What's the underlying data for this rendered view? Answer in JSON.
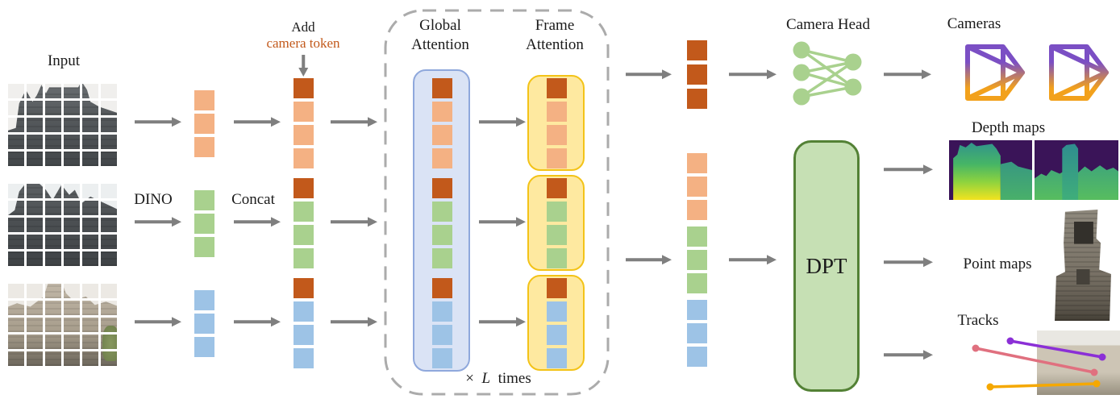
{
  "labels": {
    "input": "Input",
    "dino": "DINO",
    "concat": "Concat",
    "add_camera_token": {
      "line1": "Add",
      "line2": "camera token"
    },
    "global_attention": {
      "line1": "Global",
      "line2": "Attention"
    },
    "frame_attention": {
      "line1": "Frame",
      "line2": "Attention"
    },
    "loop": {
      "times_sign": "×",
      "variable": "L",
      "suffix": "times"
    },
    "camera_head": "Camera Head",
    "cameras": "Cameras",
    "depth_maps": "Depth maps",
    "dpt": "DPT",
    "point_maps": "Point maps",
    "tracks": "Tracks"
  },
  "colors": {
    "camera_token": "#C2591B",
    "patch_orange": "#F4B183",
    "patch_green": "#A9D18E",
    "patch_blue": "#9DC3E6",
    "global_box_fill": "#DAE3F5",
    "global_box_border": "#8FA8DC",
    "frame_box_fill": "#FEE9A0",
    "frame_box_border": "#F3C318",
    "dpt_fill": "#C6E0B4",
    "dpt_border": "#538135",
    "mlp_green": "#A9D18E",
    "arrow": "#7F7F7F",
    "dashed_border": "#ABABAB",
    "camera_token_label": "#C2591B",
    "frustum_purple": "#7B4FC4",
    "frustum_orange": "#F2A11C",
    "track_purple": "#8B2FD6",
    "track_pink": "#E0707F",
    "track_orange": "#F5A800"
  },
  "tokens": {
    "dino_frame1": [
      "patch_orange",
      "patch_orange",
      "patch_orange"
    ],
    "dino_frame2": [
      "patch_green",
      "patch_green",
      "patch_green"
    ],
    "dino_frame3": [
      "patch_blue",
      "patch_blue",
      "patch_blue"
    ],
    "concat_frame1": [
      "camera_token",
      "patch_orange",
      "patch_orange",
      "patch_orange"
    ],
    "concat_frame2": [
      "camera_token",
      "patch_green",
      "patch_green",
      "patch_green"
    ],
    "concat_frame3": [
      "camera_token",
      "patch_blue",
      "patch_blue",
      "patch_blue"
    ],
    "global_frame1": [
      "camera_token",
      "patch_orange",
      "patch_orange",
      "patch_orange"
    ],
    "global_frame2": [
      "camera_token",
      "patch_green",
      "patch_green",
      "patch_green"
    ],
    "global_frame3": [
      "camera_token",
      "patch_blue",
      "patch_blue",
      "patch_blue"
    ],
    "frameattn_frame1": [
      "camera_token",
      "patch_orange",
      "patch_orange",
      "patch_orange"
    ],
    "frameattn_frame2": [
      "camera_token",
      "patch_green",
      "patch_green",
      "patch_green"
    ],
    "frameattn_frame3": [
      "camera_token",
      "patch_blue",
      "patch_blue",
      "patch_blue"
    ],
    "out_camera": [
      "camera_token",
      "camera_token",
      "camera_token"
    ],
    "out_patch_frame1": [
      "patch_orange",
      "patch_orange",
      "patch_orange"
    ],
    "out_patch_frame2": [
      "patch_green",
      "patch_green",
      "patch_green"
    ],
    "out_patch_frame3": [
      "patch_blue",
      "patch_blue",
      "patch_blue"
    ]
  },
  "icons": {
    "camera_head": "mlp-network-icon",
    "cameras": "camera-frustum-icon",
    "loop_box": "dashed-loop-border"
  }
}
